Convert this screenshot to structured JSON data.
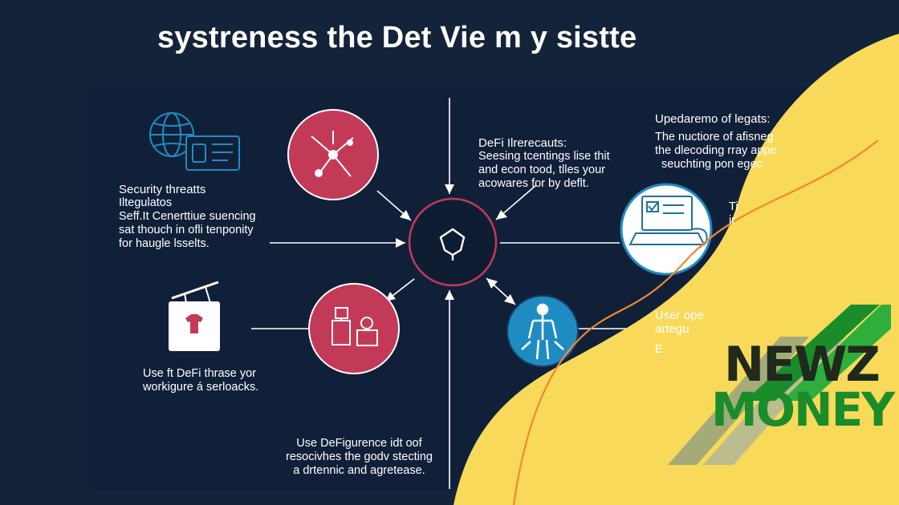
{
  "title": "systreness the Det Vie m y sistte",
  "blocks": {
    "security": {
      "heading": "Security threatts",
      "lines": [
        "Iltegulatos",
        "Seff.It Cenerttiue suencing",
        "sat thouch in ofli tenponity",
        "for haugle lsselts."
      ]
    },
    "defi": {
      "heading": "DeFi Ilrerecauts:",
      "lines": [
        "Seesing tcentings lise thit",
        "and econ tood, tlles your",
        "acowares for by deflt."
      ]
    },
    "update": {
      "heading": "Upedaremo of legats:",
      "lines": [
        "The nuctiore of afisneg",
        "the dlecoding rray appe",
        "seuchting pon egec"
      ]
    },
    "use_left": {
      "lines": [
        "Use ft DeFi thrase yor",
        "workigure á serloacks."
      ]
    },
    "use_bottom": {
      "lines": [
        "Use DeFigurence idt oof",
        "resocivhes the godv stecting",
        "a drtennic and agretease."
      ]
    },
    "user": {
      "lines": [
        "User ope",
        "artegu"
      ]
    },
    "right_mid": {
      "lines": [
        "Ti",
        "ir"
      ]
    },
    "right_low": {
      "lines": [
        "E"
      ]
    }
  },
  "logo": {
    "line1": "NEWZ",
    "line2": "MONEY"
  },
  "colors": {
    "background": "#13233a",
    "yellow": "#f8d95a",
    "crimson": "#c23a57",
    "blue": "#1e8cc3",
    "orange_curve": "#f0892e",
    "logo_green": "#1a8c2a"
  },
  "icons": [
    "globe-icon",
    "id-card-icon",
    "compass-arrows-icon",
    "shield-icon",
    "shirt-tag-icon",
    "desk-worker-icon",
    "person-icon",
    "laptop-checklist-icon"
  ]
}
